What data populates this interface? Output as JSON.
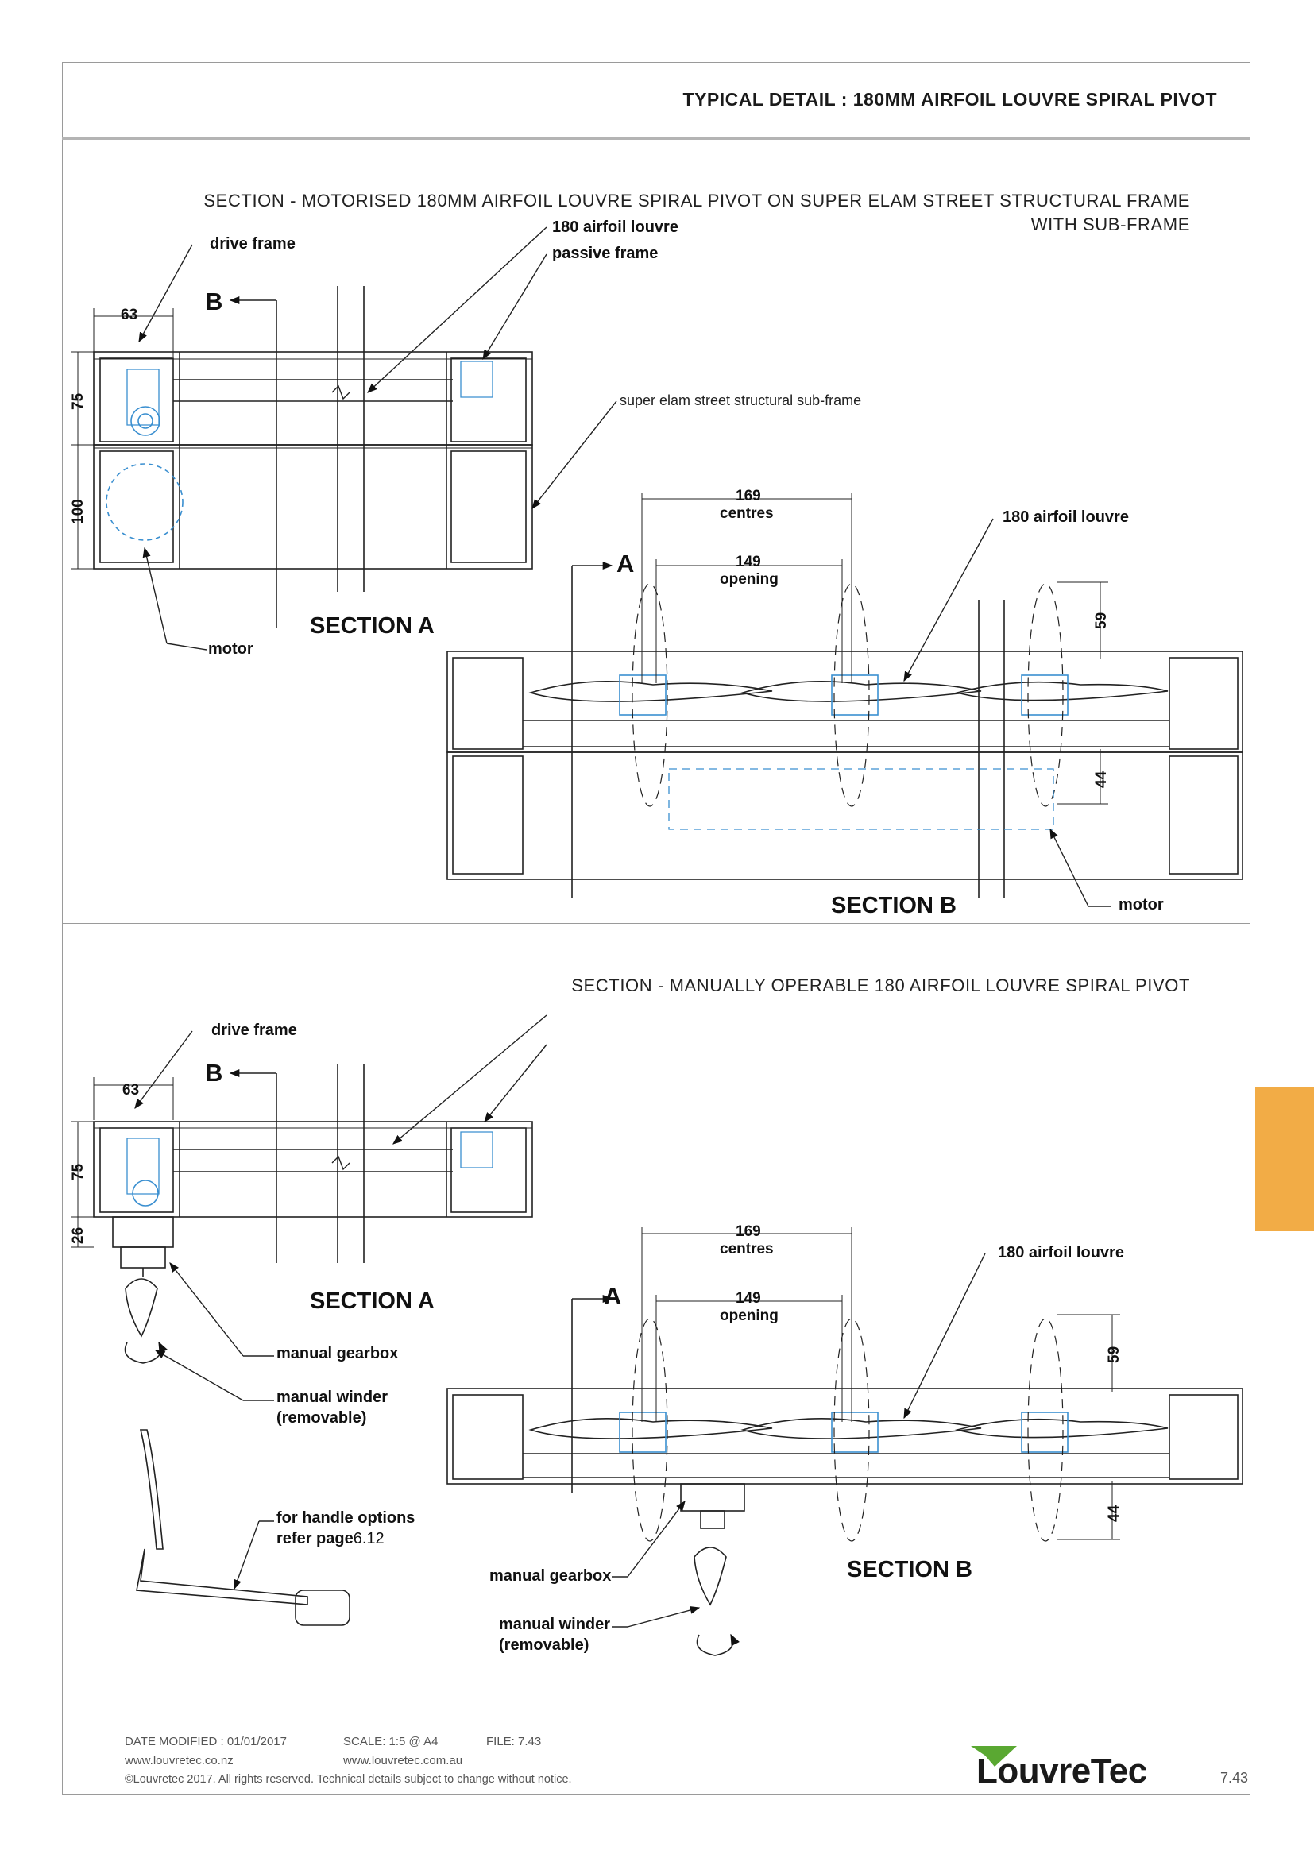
{
  "header": {
    "title": "TYPICAL DETAIL : 180MM AIRFOIL LOUVRE SPIRAL PIVOT"
  },
  "top_section": {
    "heading_line1": "SECTION - MOTORISED 180MM AIRFOIL LOUVRE SPIRAL PIVOT ON SUPER ELAM STREET STRUCTURAL FRAME",
    "heading_line2": "WITH SUB-FRAME",
    "labels": {
      "drive_frame": "drive frame",
      "louvre": "180 airfoil louvre",
      "passive_frame": "passive frame",
      "sub_frame": "super elam street structural sub-frame",
      "motor": "motor",
      "louvre_b": "180 airfoil louvre",
      "motor_b": "motor"
    },
    "dims": {
      "width": "63",
      "h1": "75",
      "h2": "100",
      "centres_val": "169",
      "centres": "centres",
      "opening_val": "149",
      "opening": "opening",
      "d59": "59",
      "d44": "44"
    },
    "section_a": "SECTION A",
    "section_b": "SECTION B",
    "cut_a": "A",
    "cut_b": "B"
  },
  "bottom_section": {
    "heading": "SECTION - MANUALLY OPERABLE 180 AIRFOIL LOUVRE SPIRAL PIVOT",
    "labels": {
      "drive_frame": "drive frame",
      "manual_gearbox": "manual gearbox",
      "manual_winder_1": "manual winder",
      "manual_winder_2": "(removable)",
      "handle_1": "for handle options",
      "handle_2": "refer page",
      "handle_page": "6.12",
      "louvre_b": "180 airfoil louvre",
      "gearbox_b": "manual gearbox",
      "winder_b_1": "manual winder",
      "winder_b_2": "(removable)"
    },
    "dims": {
      "width": "63",
      "h1": "75",
      "h2": "26",
      "centres_val": "169",
      "centres": "centres",
      "opening_val": "149",
      "opening": "opening",
      "d59": "59",
      "d44": "44"
    },
    "section_a": "SECTION A",
    "section_b": "SECTION B",
    "cut_a": "A",
    "cut_b": "B"
  },
  "footer": {
    "date": "DATE MODIFIED : 01/01/2017",
    "scale": "SCALE: 1:5 @ A4",
    "file": "FILE: 7.43",
    "url_nz": "www.louvretec.co.nz",
    "url_au": "www.louvretec.com.au",
    "copyright": "©Louvretec 2017. All rights reserved. Technical details subject to change without notice.",
    "logo": "LouvreTec",
    "page": "7.43"
  },
  "colors": {
    "accent_tab": "#f2ac46",
    "logo_leaf": "#5aa832",
    "component_blue": "#3a8fd0"
  }
}
